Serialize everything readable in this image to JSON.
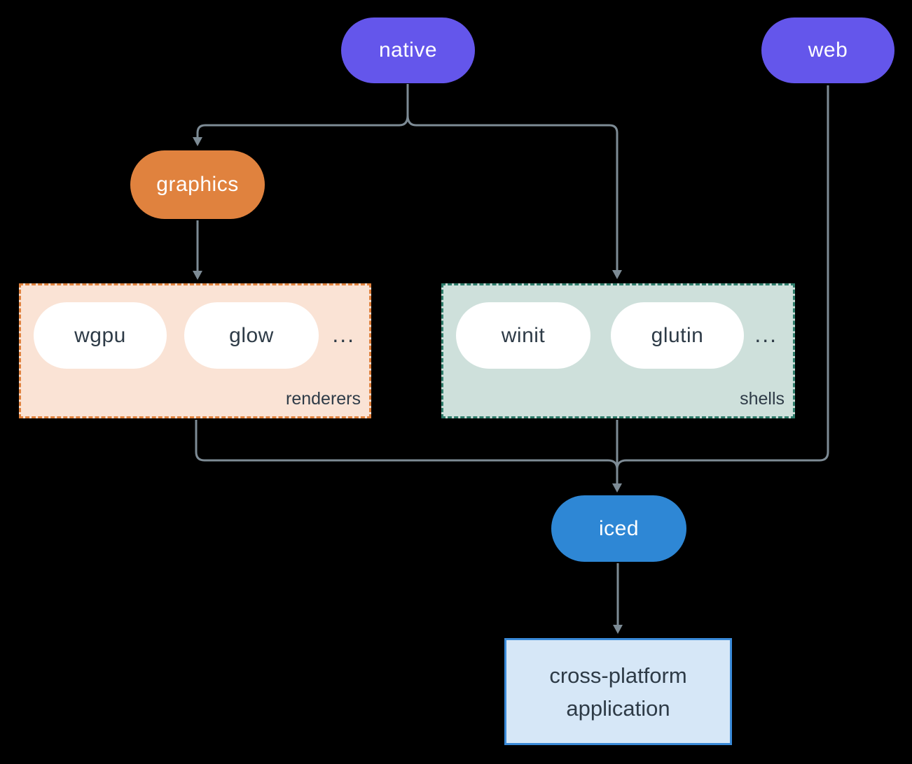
{
  "theme": {
    "background": "#000000",
    "line": "#7d8b95",
    "text_dark": "#2e3b47",
    "text_light": "#ffffff",
    "pill_white": "#ffffff",
    "purple": "#6456eb",
    "orange": "#e0823e",
    "blue": "#2e87d5",
    "renderers_fill": "#fae3d5",
    "renderers_border": "#e0823e",
    "shells_fill": "#cee0db",
    "shells_border": "#2f7d6b",
    "app_fill": "#d6e7f7",
    "app_border": "#3a8ad8"
  },
  "nodes": {
    "native": "native",
    "web": "web",
    "graphics": "graphics",
    "iced": "iced",
    "application": "cross-platform application"
  },
  "groups": {
    "renderers": {
      "label": "renderers",
      "items": [
        "wgpu",
        "glow"
      ],
      "more": "..."
    },
    "shells": {
      "label": "shells",
      "items": [
        "winit",
        "glutin"
      ],
      "more": "..."
    }
  }
}
